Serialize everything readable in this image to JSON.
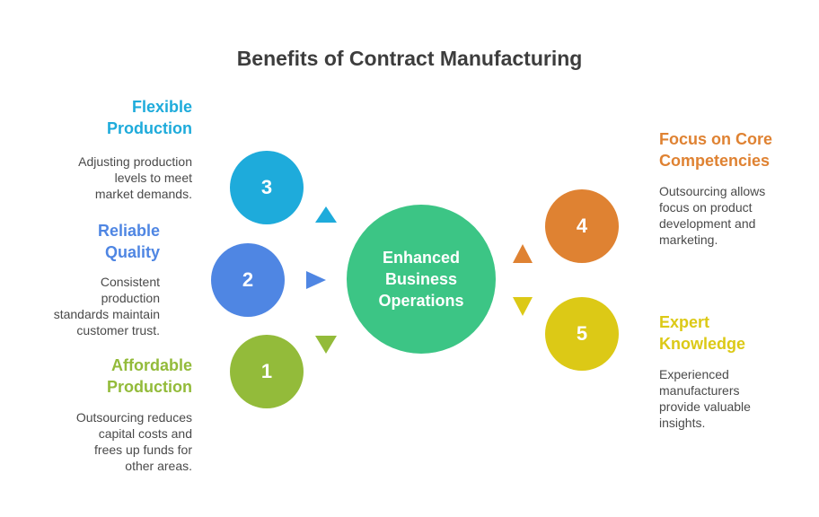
{
  "title": "Benefits of Contract Manufacturing",
  "center": {
    "label_lines": [
      "Enhanced",
      "Business",
      "Operations"
    ],
    "color": "#3cc585"
  },
  "items": [
    {
      "number": "1",
      "heading_lines": [
        "Affordable",
        "Production"
      ],
      "description_lines": [
        "Outsourcing reduces",
        "capital costs and",
        "frees up funds for",
        "other areas."
      ],
      "color": "#93bb3a"
    },
    {
      "number": "2",
      "heading_lines": [
        "Reliable",
        "Quality"
      ],
      "description_lines": [
        "Consistent",
        "production",
        "standards maintain",
        "customer trust."
      ],
      "color": "#4f86e3"
    },
    {
      "number": "3",
      "heading_lines": [
        "Flexible",
        "Production"
      ],
      "description_lines": [
        "Adjusting production",
        "levels to meet",
        "market demands."
      ],
      "color": "#1eabdb"
    },
    {
      "number": "4",
      "heading_lines": [
        "Focus on Core",
        "Competencies"
      ],
      "description_lines": [
        "Outsourcing allows",
        "focus on product",
        "development and",
        "marketing."
      ],
      "color": "#df8232"
    },
    {
      "number": "5",
      "heading_lines": [
        "Expert",
        "Knowledge"
      ],
      "description_lines": [
        "Experienced",
        "manufacturers",
        "provide valuable",
        "insights."
      ],
      "color": "#dcc916"
    }
  ]
}
